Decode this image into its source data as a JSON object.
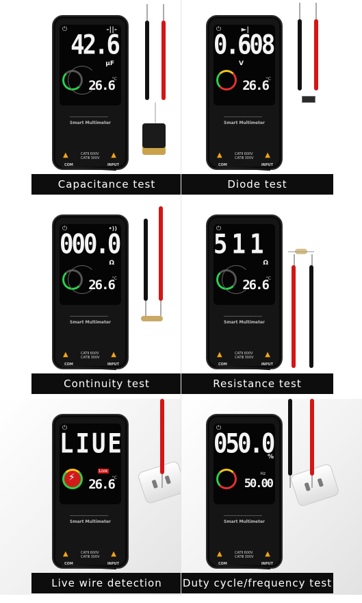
{
  "panels": [
    {
      "caption": "Capacitance test",
      "mode_symbol": "-||-",
      "reading": "42.6",
      "unit": "μF",
      "temperature": "26.6",
      "temp_unit": "°C",
      "brand": "Smart Multimeter",
      "com": "COM",
      "input": "INPUT",
      "rating": "CATⅡ 600V\nCATⅢ 300V"
    },
    {
      "caption": "Diode test",
      "mode_symbol": "►|",
      "reading": "0.608",
      "unit": "V",
      "temperature": "26.6",
      "temp_unit": "°C",
      "brand": "Smart Multimeter",
      "com": "COM",
      "input": "INPUT",
      "rating": "CATⅡ 600V\nCATⅢ 300V"
    },
    {
      "caption": "Continuity test",
      "mode_symbol": "•))",
      "reading": "000.0",
      "unit": "Ω",
      "temperature": "26.6",
      "temp_unit": "°C",
      "brand": "Smart Multimeter",
      "com": "COM",
      "input": "INPUT",
      "rating": "CATⅡ 600V\nCATⅢ 300V"
    },
    {
      "caption": "Resistance test",
      "mode_symbol": "",
      "reading": "511",
      "unit": "Ω",
      "temperature": "26.6",
      "temp_unit": "°C",
      "brand": "Smart Multimeter",
      "com": "COM",
      "input": "INPUT",
      "rating": "CATⅡ 600V\nCATⅢ 300V"
    },
    {
      "caption": "Live wire detection",
      "mode_symbol": "",
      "reading": "LIUE",
      "unit": "",
      "live_badge": "Live",
      "temperature": "26.6",
      "temp_unit": "°C",
      "brand": "Smart Multimeter",
      "com": "COM",
      "input": "INPUT",
      "rating": "CATⅡ 600V\nCATⅢ 300V"
    },
    {
      "caption": "Duty cycle/frequency test",
      "mode_symbol": "",
      "reading": "050.0",
      "unit": "%",
      "hz_label": "Hz",
      "temperature": "50.00",
      "temp_unit": "",
      "brand": "Smart Multimeter",
      "com": "COM",
      "input": "INPUT",
      "rating": "CATⅡ 600V\nCATⅢ 300V"
    }
  ],
  "icons": {
    "power": "power-icon",
    "warning": "warning-triangle-icon",
    "live": "lightning-bolt-icon"
  },
  "colors": {
    "caption_bg": "#0d0d0d",
    "meter_body": "#151515",
    "probe_red": "#d31616",
    "probe_black": "#111111",
    "ring_green": "#27d24a",
    "ring_red": "#e53030",
    "warning": "#f0a418"
  }
}
